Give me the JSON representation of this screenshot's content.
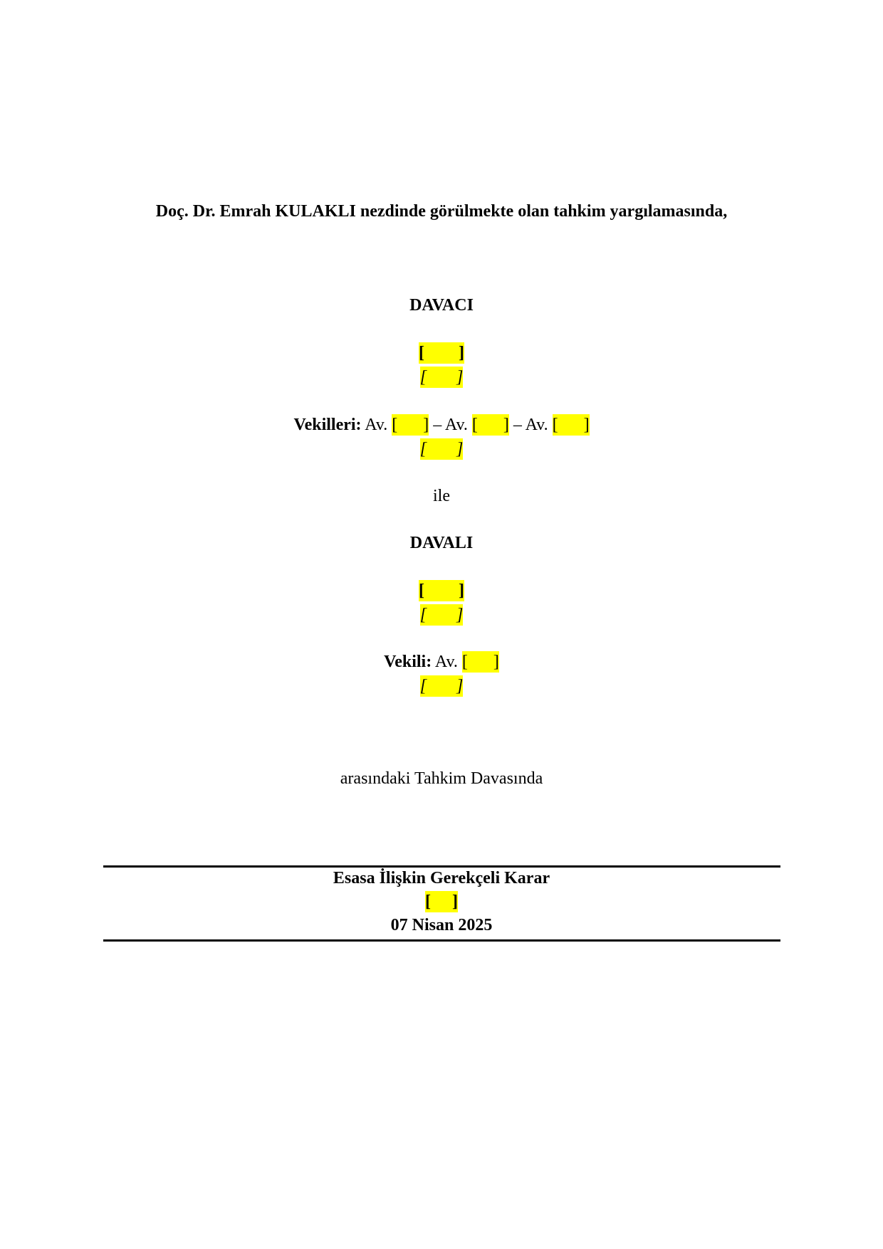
{
  "heading": "Doç. Dr. Emrah KULAKLI nezdinde görülmekte olan tahkim yargılamasında,",
  "claimant": {
    "label": "DAVACI",
    "name": "[        ]",
    "address": "[       ]"
  },
  "claimant_counsel": {
    "label": "Vekilleri:",
    "prefix": "Av.",
    "sep": "–",
    "names": [
      "[      ]",
      "[      ]",
      "[      ]"
    ],
    "address": "[       ]"
  },
  "connector": "ile",
  "respondent": {
    "label": "DAVALI",
    "name": "[        ]",
    "address": "[       ]"
  },
  "respondent_counsel": {
    "label": "Vekili:",
    "prefix": "Av.",
    "name": "[      ]",
    "address": "[       ]"
  },
  "case_text": "arasındaki Tahkim Davasında",
  "decision": {
    "title": "Esasa İlişkin Gerekçeli Karar",
    "number": "[     ]",
    "date": "07 Nisan 2025"
  },
  "colors": {
    "highlight": "#ffff00"
  }
}
